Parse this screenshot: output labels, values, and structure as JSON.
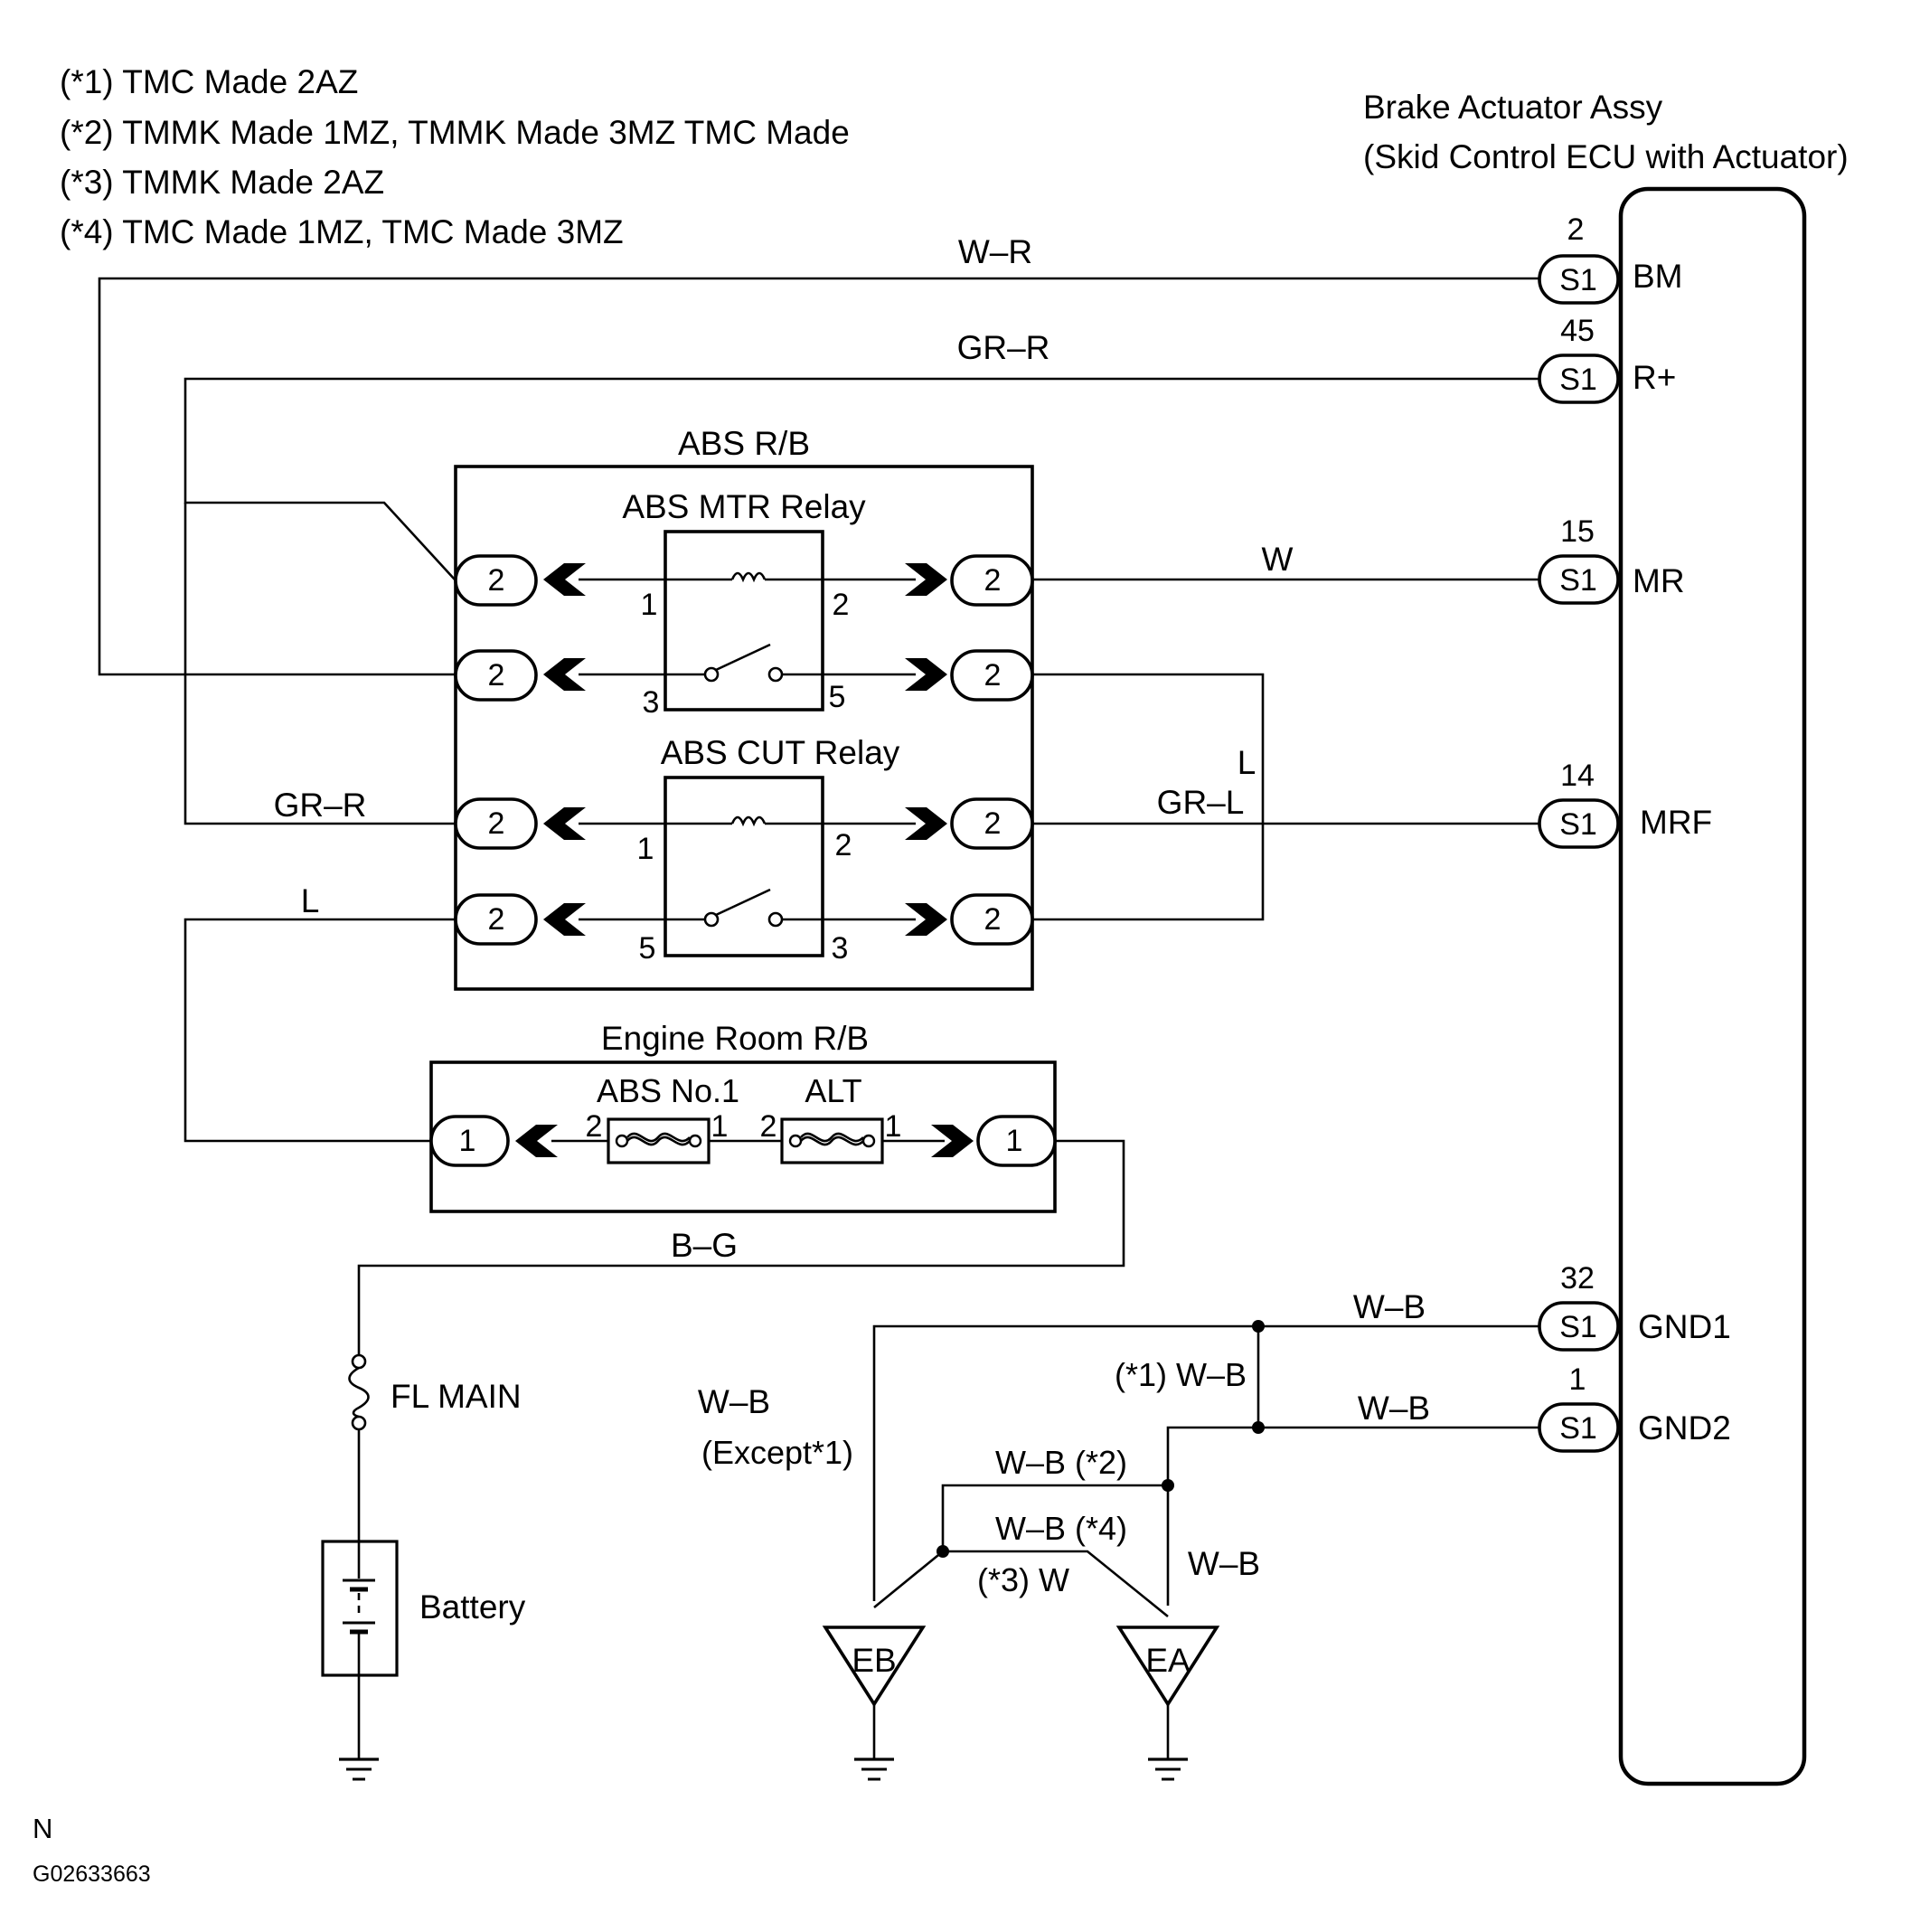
{
  "notes": [
    "(*1) TMC Made 2AZ",
    "(*2) TMMK Made 1MZ, TMMK Made 3MZ TMC Made",
    "(*3) TMMK Made 2AZ",
    "(*4) TMC Made 1MZ, TMC Made 3MZ"
  ],
  "ecu": {
    "title_line1": "Brake Actuator Assy",
    "title_line2": "(Skid Control ECU with Actuator)",
    "connector": "S1",
    "pins": [
      {
        "number": "2",
        "name": "BM"
      },
      {
        "number": "45",
        "name": "R+"
      },
      {
        "number": "15",
        "name": "MR"
      },
      {
        "number": "14",
        "name": "MRF"
      },
      {
        "number": "32",
        "name": "GND1"
      },
      {
        "number": "1",
        "name": "GND2"
      }
    ]
  },
  "abs_rb": {
    "title": "ABS R/B",
    "connector": "2",
    "mtr_relay": {
      "title": "ABS MTR Relay",
      "pins": [
        "1",
        "2",
        "3",
        "5"
      ]
    },
    "cut_relay": {
      "title": "ABS CUT Relay",
      "pins": [
        "1",
        "2",
        "5",
        "3"
      ]
    }
  },
  "engine_rb": {
    "title": "Engine Room R/B",
    "connector": "1",
    "fuse1": {
      "name": "ABS No.1",
      "pin_left": "2",
      "pin_right": "1"
    },
    "fuse2": {
      "name": "ALT",
      "pin_left": "2",
      "pin_right": "1"
    }
  },
  "wires": {
    "w_r": "W–R",
    "gr_r_top": "GR–R",
    "gr_r_left": "GR–R",
    "l_left": "L",
    "w": "W",
    "l_right": "L",
    "gr_l": "GR–L",
    "b_g": "B–G",
    "wb_gnd1": "W–B",
    "wb_gnd2": "W–B",
    "wb_star1": "(*1) W–B",
    "wb_except_line1": "W–B",
    "wb_except_line2": "(Except*1)",
    "wb_star2": "W–B (*2)",
    "wb_star4": "W–B (*4)",
    "w_star3": "(*3)  W",
    "wb_ea": "W–B"
  },
  "fl_main": "FL MAIN",
  "battery": "Battery",
  "grounds": {
    "eb": "EB",
    "ea": "EA"
  },
  "footer": {
    "code1": "N",
    "code2": "G02633663"
  }
}
